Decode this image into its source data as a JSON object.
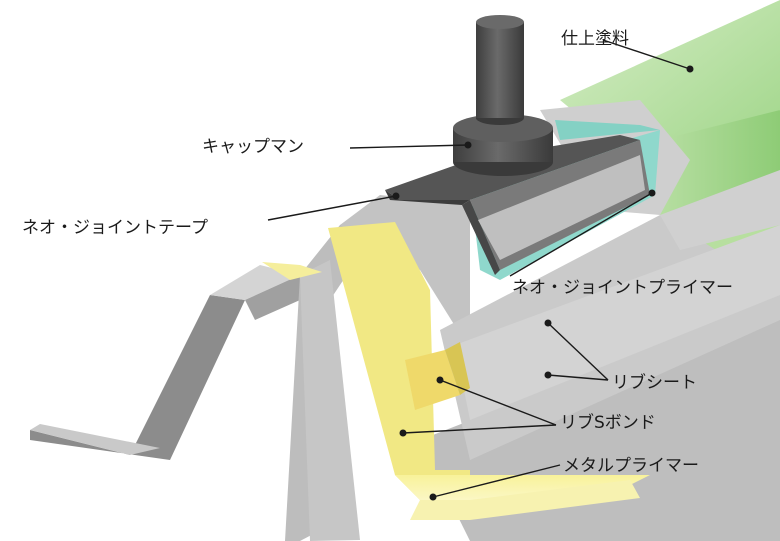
{
  "labels": {
    "finish_paint": "仕上塗料",
    "cap_man": "キャップマン",
    "neo_joint_tape": "ネオ・ジョイントテープ",
    "neo_joint_primer": "ネオ・ジョイントプライマー",
    "rib_sheet": "リブシート",
    "rib_s_bond": "リブSボンド",
    "metal_primer": "メタルプライマー"
  },
  "colors": {
    "background": "#ffffff",
    "finish_paint_green": "#a8d890",
    "metal_gray": "#b5b5b5",
    "cap_dark_gray": "#5a5a5a",
    "primer_teal": "#7ecfc4",
    "bond_yellow": "#f3ec8c",
    "leader_line": "#1a1a1a"
  }
}
